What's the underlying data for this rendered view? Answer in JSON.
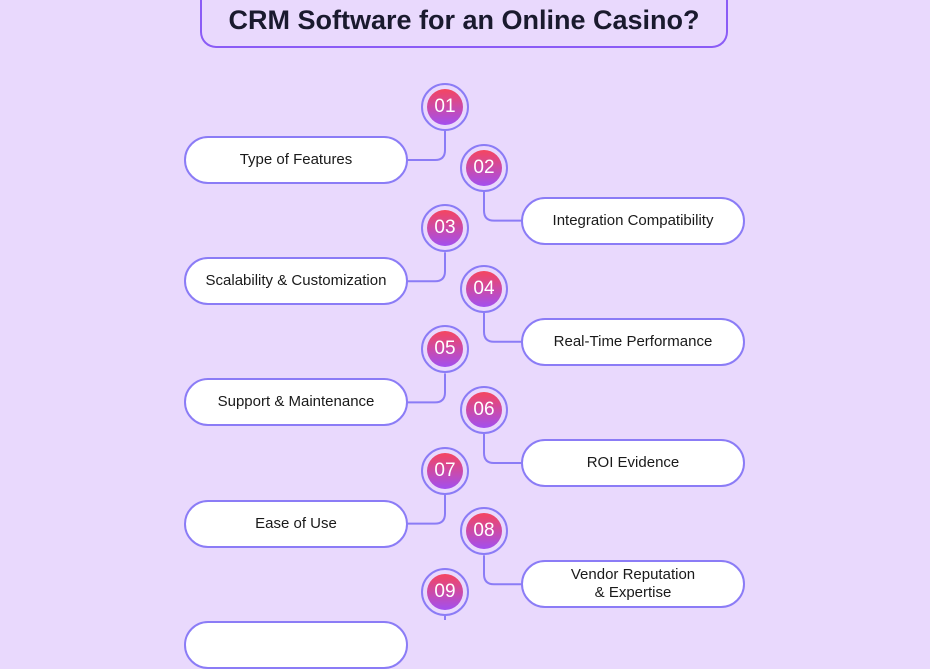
{
  "title": "CRM Software for an Online Casino?",
  "colors": {
    "background": "#e9d9fd",
    "accent": "#8b7cf6",
    "gradient_top": "#f5455f",
    "gradient_bottom": "#a24ff0"
  },
  "items": [
    {
      "number": "01",
      "label": "Type of Features",
      "side": "left"
    },
    {
      "number": "02",
      "label": "Integration Compatibility",
      "side": "right"
    },
    {
      "number": "03",
      "label": "Scalability & Customization",
      "side": "left"
    },
    {
      "number": "04",
      "label": "Real-Time Performance",
      "side": "right"
    },
    {
      "number": "05",
      "label": "Support & Maintenance",
      "side": "left"
    },
    {
      "number": "06",
      "label": "ROI Evidence",
      "side": "right"
    },
    {
      "number": "07",
      "label": "Ease of Use",
      "side": "left"
    },
    {
      "number": "08",
      "label": "Vendor Reputation\n& Expertise",
      "side": "right"
    },
    {
      "number": "09",
      "label": "",
      "side": "left"
    }
  ]
}
